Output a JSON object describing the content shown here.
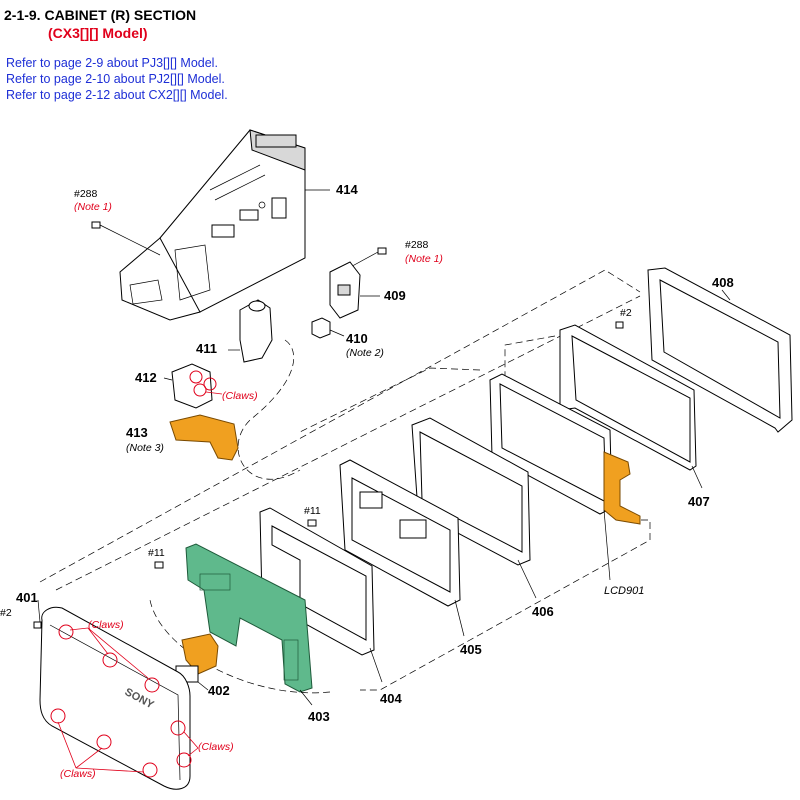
{
  "header": {
    "title": "2-1-9. CABINET (R) SECTION",
    "model": "(CX3[][] Model)",
    "refs": [
      "Refer to page 2-9 about PJ3[][] Model.",
      "Refer to page 2-10 about PJ2[][] Model.",
      "Refer to page 2-12 about CX2[][] Model."
    ]
  },
  "colors": {
    "title": "#000000",
    "model": "#e0001b",
    "refs": "#1e2fd6",
    "green_part": "#5fb98c",
    "orange_part": "#f0a020",
    "note": "#e0001b"
  },
  "parts": {
    "p401": "401",
    "p402": "402",
    "p403": "403",
    "p404": "404",
    "p405": "405",
    "p406": "406",
    "p407": "407",
    "p408": "408",
    "p409": "409",
    "p410": "410",
    "p411": "411",
    "p412": "412",
    "p413": "413",
    "p414": "414",
    "lcd": "LCD901"
  },
  "screws": {
    "s288": "#288",
    "s11": "#11",
    "s2": "#2"
  },
  "notes": {
    "note1": "(Note 1)",
    "note2": "(Note 2)",
    "note3": "(Note 3)",
    "claws": "(Claws)"
  },
  "brand": "SONY"
}
